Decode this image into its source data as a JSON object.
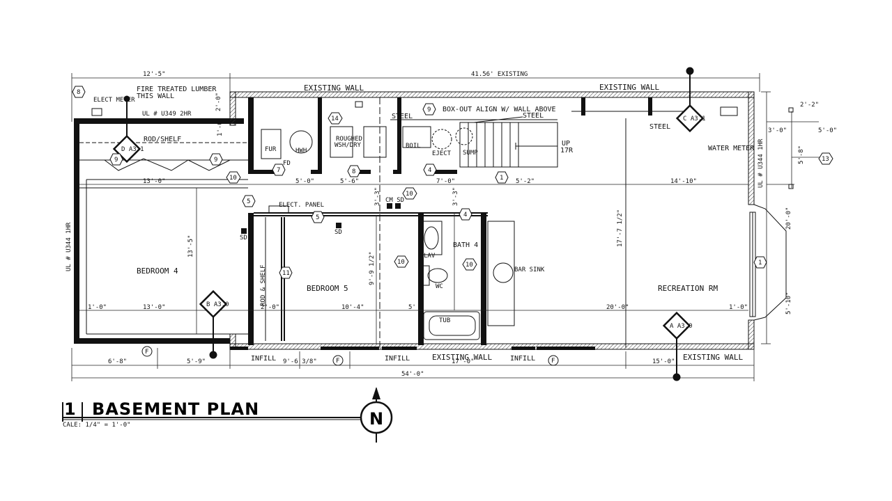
{
  "title": {
    "number": "1",
    "name": "BASEMENT PLAN",
    "scale": "CALE: 1/4\" = 1'-0\""
  },
  "north": "N",
  "dims_top": {
    "left": "12'-5\"",
    "main": "41.56' EXISTING"
  },
  "dims_bottom": {
    "a": "6'-8\"",
    "b": "5'-9\"",
    "c": "9'-6 3/8\"",
    "d": "17'-0\"",
    "e": "15'-0\"",
    "total": "54'-0\""
  },
  "dims_right": {
    "a": "2'-2\"",
    "b": "3'-0\"",
    "c": "5'-0\"",
    "d": "5'-8\"",
    "e": "20'-0\"",
    "f": "5'-10\""
  },
  "dims_inner": {
    "d13a": "13'-0\"",
    "d13b": "13'-0\"",
    "d1a": "1'-0\"",
    "d1b": "1'-0\"",
    "d5a": "5'-0\"",
    "d5b": "5'-6\"",
    "d7": "7'-0\"",
    "d52": "5'-2\"",
    "d1410": "14'-10\"",
    "d2010": "20'-0\"",
    "d1040": "10'-4\"",
    "d24": "2'-0\"",
    "d134": "13'-5\"",
    "d177": "17'-7 1/2\"",
    "d99": "9'-9 1/2\"",
    "d5s": "5'",
    "d20": "2'-0\"",
    "d10": "1'-0\"",
    "d33": "3'-3\"",
    "d38": "3'-3\""
  },
  "labels": {
    "elect_meter": "ELECT METER",
    "fire_lumber": "FIRE TREATED LUMBER",
    "this_wall": "THIS WALL",
    "ul_top": "UL # U349 2HR",
    "ul_left": "UL # U344 1HR",
    "ul_right": "UL # U344 1HR",
    "rod_shelf": "ROD/SHELF",
    "rod_shelf_v": "ROD & SHELF",
    "existing_wall_1": "EXISTING WALL",
    "existing_wall_2": "EXISTING WALL",
    "existing_wall_3": "EXISTING WALL",
    "existing_wall_4": "EXISTING WALL",
    "steel_1": "STEEL",
    "steel_2": "STEEL",
    "steel_3": "STEEL",
    "boxout": "BOX-OUT ALIGN W/ WALL ABOVE",
    "fur": "FUR",
    "hwh": "HWH",
    "fd": "FD",
    "roughed": "ROUGHED",
    "wsh_dry": "WSH/DRY",
    "boil": "BOIL",
    "eject": "EJECT",
    "sump": "SUMP",
    "up": "UP",
    "risers": "17R",
    "water_meter": "WATER METER",
    "elect_panel": "ELECT. PANEL",
    "sd1": "SD",
    "sd2": "SD",
    "cm_sd": "CM SD",
    "lav": "LAV",
    "wc": "WC",
    "bath": "BATH 4",
    "bar_sink": "BAR SINK",
    "tub": "TUB",
    "bedroom4": "BEDROOM 4",
    "bedroom5": "BEDROOM 5",
    "rec": "RECREATION RM",
    "infill_1": "INFILL",
    "infill_2": "INFILL",
    "infill_3": "INFILL",
    "f1": "F",
    "f2": "F",
    "f3": "F"
  },
  "tags": {
    "t8a": "8",
    "t9a": "9",
    "t9b": "9",
    "t10a": "10",
    "t7": "7",
    "t14": "14",
    "t8b": "8",
    "t4a": "4",
    "t10b": "10",
    "t9c": "9",
    "t1a": "1",
    "t5a": "5",
    "t5b": "5",
    "t4b": "4",
    "t11": "11",
    "t10c": "10",
    "t10d": "10",
    "t13": "13",
    "t1b": "1"
  },
  "sections": {
    "s1": "D A3.1",
    "s2": "C A3.1",
    "s3": "B A3.0",
    "s4": "A A3.0"
  }
}
